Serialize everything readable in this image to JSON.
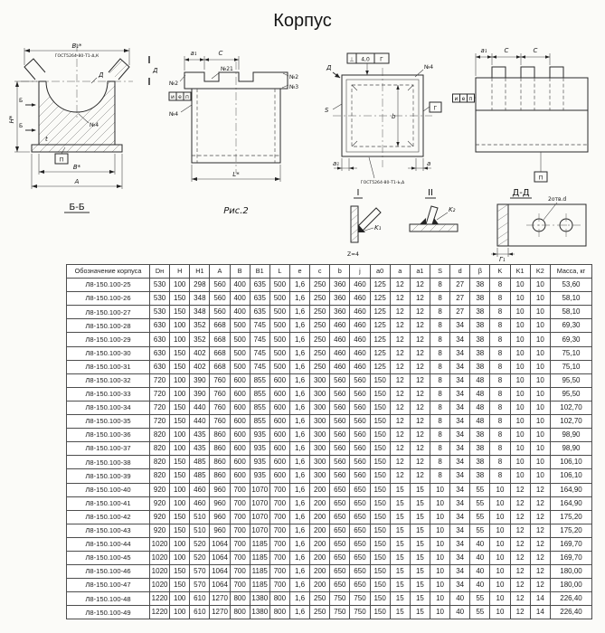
{
  "page": {
    "title": "Корпус"
  },
  "drawings": {
    "view1": {
      "caption": "Б-Б",
      "dim_b1": "B₁*",
      "gost": "ГОСТ5264-80-Т1-Δ,К",
      "label_d": "Д",
      "label_n4": "№4",
      "dim_h": "H*",
      "mark_b_top": "Б",
      "mark_b_bottom": "Б",
      "dim_t": "t",
      "box_p": "П",
      "dim_b_star": "B*",
      "dim_a": "A"
    },
    "view2": {
      "caption": "Рис.2",
      "dim_a1": "a₁",
      "dim_c": "C",
      "label_n2": "№2",
      "label_n21": "№21",
      "label_n2r": "№2",
      "label_n3r": "№3",
      "label_n4": "№4",
      "weld_i": "и",
      "weld_e": "е",
      "weld_p": "п",
      "dim_l": "L*"
    },
    "view3": {
      "tol_sym": "⊥",
      "tol_val": "4,0",
      "tol_ref": "Г",
      "label_n4": "№4",
      "label_d": "Д",
      "dim_s": "S",
      "dim_b": "b",
      "box_g": "Г",
      "dim_a1": "a₁",
      "dim_a": "a",
      "gost": "ГОСТ5264-80-Т1-Ь,Δ"
    },
    "view4": {
      "dim_a1": "a₁",
      "dim_c1": "C",
      "dim_c2": "C",
      "weld_i": "и",
      "weld_e": "е",
      "weld_p": "п",
      "box_p": "П"
    },
    "details": {
      "sec1_title": "I",
      "sec1_k": "K₁",
      "sec1_note": "Z=4",
      "sec2_title": "II",
      "sec2_k": "K₂",
      "dd_title": "Д-Д",
      "dd_holes": "2отв.d",
      "dd_g1": "Г₁"
    }
  },
  "table": {
    "headers": [
      "Обозначение корпуса",
      "Dн",
      "H",
      "H1",
      "A",
      "B",
      "B1",
      "L",
      "e",
      "c",
      "b",
      "j",
      "a0",
      "a",
      "a1",
      "S",
      "d",
      "β",
      "K",
      "K1",
      "K2",
      "Масса, кг"
    ],
    "rows": [
      [
        "Л8-150.100-25",
        "530",
        "100",
        "298",
        "560",
        "400",
        "635",
        "500",
        "1,6",
        "250",
        "360",
        "460",
        "125",
        "12",
        "12",
        "8",
        "27",
        "38",
        "8",
        "10",
        "10",
        "53,60"
      ],
      [
        "Л8-150.100-26",
        "530",
        "150",
        "348",
        "560",
        "400",
        "635",
        "500",
        "1,6",
        "250",
        "360",
        "460",
        "125",
        "12",
        "12",
        "8",
        "27",
        "38",
        "8",
        "10",
        "10",
        "58,10"
      ],
      [
        "Л8-150.100-27",
        "530",
        "150",
        "348",
        "560",
        "400",
        "635",
        "500",
        "1,6",
        "250",
        "360",
        "460",
        "125",
        "12",
        "12",
        "8",
        "27",
        "38",
        "8",
        "10",
        "10",
        "58,10"
      ],
      [
        "Л8-150.100-28",
        "630",
        "100",
        "352",
        "668",
        "500",
        "745",
        "500",
        "1,6",
        "250",
        "460",
        "460",
        "125",
        "12",
        "12",
        "8",
        "34",
        "38",
        "8",
        "10",
        "10",
        "69,30"
      ],
      [
        "Л8-150.100-29",
        "630",
        "100",
        "352",
        "668",
        "500",
        "745",
        "500",
        "1,6",
        "250",
        "460",
        "460",
        "125",
        "12",
        "12",
        "8",
        "34",
        "38",
        "8",
        "10",
        "10",
        "69,30"
      ],
      [
        "Л8-150.100-30",
        "630",
        "150",
        "402",
        "668",
        "500",
        "745",
        "500",
        "1,6",
        "250",
        "460",
        "460",
        "125",
        "12",
        "12",
        "8",
        "34",
        "38",
        "8",
        "10",
        "10",
        "75,10"
      ],
      [
        "Л8-150.100-31",
        "630",
        "150",
        "402",
        "668",
        "500",
        "745",
        "500",
        "1,6",
        "250",
        "460",
        "460",
        "125",
        "12",
        "12",
        "8",
        "34",
        "38",
        "8",
        "10",
        "10",
        "75,10"
      ],
      [
        "Л8-150.100-32",
        "720",
        "100",
        "390",
        "760",
        "600",
        "855",
        "600",
        "1,6",
        "300",
        "560",
        "560",
        "150",
        "12",
        "12",
        "8",
        "34",
        "48",
        "8",
        "10",
        "10",
        "95,50"
      ],
      [
        "Л8-150.100-33",
        "720",
        "100",
        "390",
        "760",
        "600",
        "855",
        "600",
        "1,6",
        "300",
        "560",
        "560",
        "150",
        "12",
        "12",
        "8",
        "34",
        "48",
        "8",
        "10",
        "10",
        "95,50"
      ],
      [
        "Л8-150.100-34",
        "720",
        "150",
        "440",
        "760",
        "600",
        "855",
        "600",
        "1,6",
        "300",
        "560",
        "560",
        "150",
        "12",
        "12",
        "8",
        "34",
        "48",
        "8",
        "10",
        "10",
        "102,70"
      ],
      [
        "Л8-150.100-35",
        "720",
        "150",
        "440",
        "760",
        "600",
        "855",
        "600",
        "1,6",
        "300",
        "560",
        "560",
        "150",
        "12",
        "12",
        "8",
        "34",
        "48",
        "8",
        "10",
        "10",
        "102,70"
      ],
      [
        "Л8-150.100-36",
        "820",
        "100",
        "435",
        "860",
        "600",
        "935",
        "600",
        "1,6",
        "300",
        "560",
        "560",
        "150",
        "12",
        "12",
        "8",
        "34",
        "38",
        "8",
        "10",
        "10",
        "98,90"
      ],
      [
        "Л8-150.100-37",
        "820",
        "100",
        "435",
        "860",
        "600",
        "935",
        "600",
        "1,6",
        "300",
        "560",
        "560",
        "150",
        "12",
        "12",
        "8",
        "34",
        "38",
        "8",
        "10",
        "10",
        "98,90"
      ],
      [
        "Л8-150.100-38",
        "820",
        "150",
        "485",
        "860",
        "600",
        "935",
        "600",
        "1,6",
        "300",
        "560",
        "560",
        "150",
        "12",
        "12",
        "8",
        "34",
        "38",
        "8",
        "10",
        "10",
        "106,10"
      ],
      [
        "Л8-150.100-39",
        "820",
        "150",
        "485",
        "860",
        "600",
        "935",
        "600",
        "1,6",
        "300",
        "560",
        "560",
        "150",
        "12",
        "12",
        "8",
        "34",
        "38",
        "8",
        "10",
        "10",
        "106,10"
      ],
      [
        "Л8-150.100-40",
        "920",
        "100",
        "460",
        "960",
        "700",
        "1070",
        "700",
        "1,6",
        "200",
        "650",
        "650",
        "150",
        "15",
        "15",
        "10",
        "34",
        "55",
        "10",
        "12",
        "12",
        "164,90"
      ],
      [
        "Л8-150.100-41",
        "920",
        "100",
        "460",
        "960",
        "700",
        "1070",
        "700",
        "1,6",
        "200",
        "650",
        "650",
        "150",
        "15",
        "15",
        "10",
        "34",
        "55",
        "10",
        "12",
        "12",
        "164,90"
      ],
      [
        "Л8-150.100-42",
        "920",
        "150",
        "510",
        "960",
        "700",
        "1070",
        "700",
        "1,6",
        "200",
        "650",
        "650",
        "150",
        "15",
        "15",
        "10",
        "34",
        "55",
        "10",
        "12",
        "12",
        "175,20"
      ],
      [
        "Л8-150.100-43",
        "920",
        "150",
        "510",
        "960",
        "700",
        "1070",
        "700",
        "1,6",
        "200",
        "650",
        "650",
        "150",
        "15",
        "15",
        "10",
        "34",
        "55",
        "10",
        "12",
        "12",
        "175,20"
      ],
      [
        "Л8-150.100-44",
        "1020",
        "100",
        "520",
        "1064",
        "700",
        "1185",
        "700",
        "1,6",
        "200",
        "650",
        "650",
        "150",
        "15",
        "15",
        "10",
        "34",
        "40",
        "10",
        "12",
        "12",
        "169,70"
      ],
      [
        "Л8-150.100-45",
        "1020",
        "100",
        "520",
        "1064",
        "700",
        "1185",
        "700",
        "1,6",
        "200",
        "650",
        "650",
        "150",
        "15",
        "15",
        "10",
        "34",
        "40",
        "10",
        "12",
        "12",
        "169,70"
      ],
      [
        "Л8-150.100-46",
        "1020",
        "150",
        "570",
        "1064",
        "700",
        "1185",
        "700",
        "1,6",
        "200",
        "650",
        "650",
        "150",
        "15",
        "15",
        "10",
        "34",
        "40",
        "10",
        "12",
        "12",
        "180,00"
      ],
      [
        "Л8-150.100-47",
        "1020",
        "150",
        "570",
        "1064",
        "700",
        "1185",
        "700",
        "1,6",
        "200",
        "650",
        "650",
        "150",
        "15",
        "15",
        "10",
        "34",
        "40",
        "10",
        "12",
        "12",
        "180,00"
      ],
      [
        "Л8-150.100-48",
        "1220",
        "100",
        "610",
        "1270",
        "800",
        "1380",
        "800",
        "1,6",
        "250",
        "750",
        "750",
        "150",
        "15",
        "15",
        "10",
        "40",
        "55",
        "10",
        "12",
        "14",
        "226,40"
      ],
      [
        "Л8-150.100-49",
        "1220",
        "100",
        "610",
        "1270",
        "800",
        "1380",
        "800",
        "1,6",
        "250",
        "750",
        "750",
        "150",
        "15",
        "15",
        "10",
        "40",
        "55",
        "10",
        "12",
        "14",
        "226,40"
      ]
    ]
  }
}
